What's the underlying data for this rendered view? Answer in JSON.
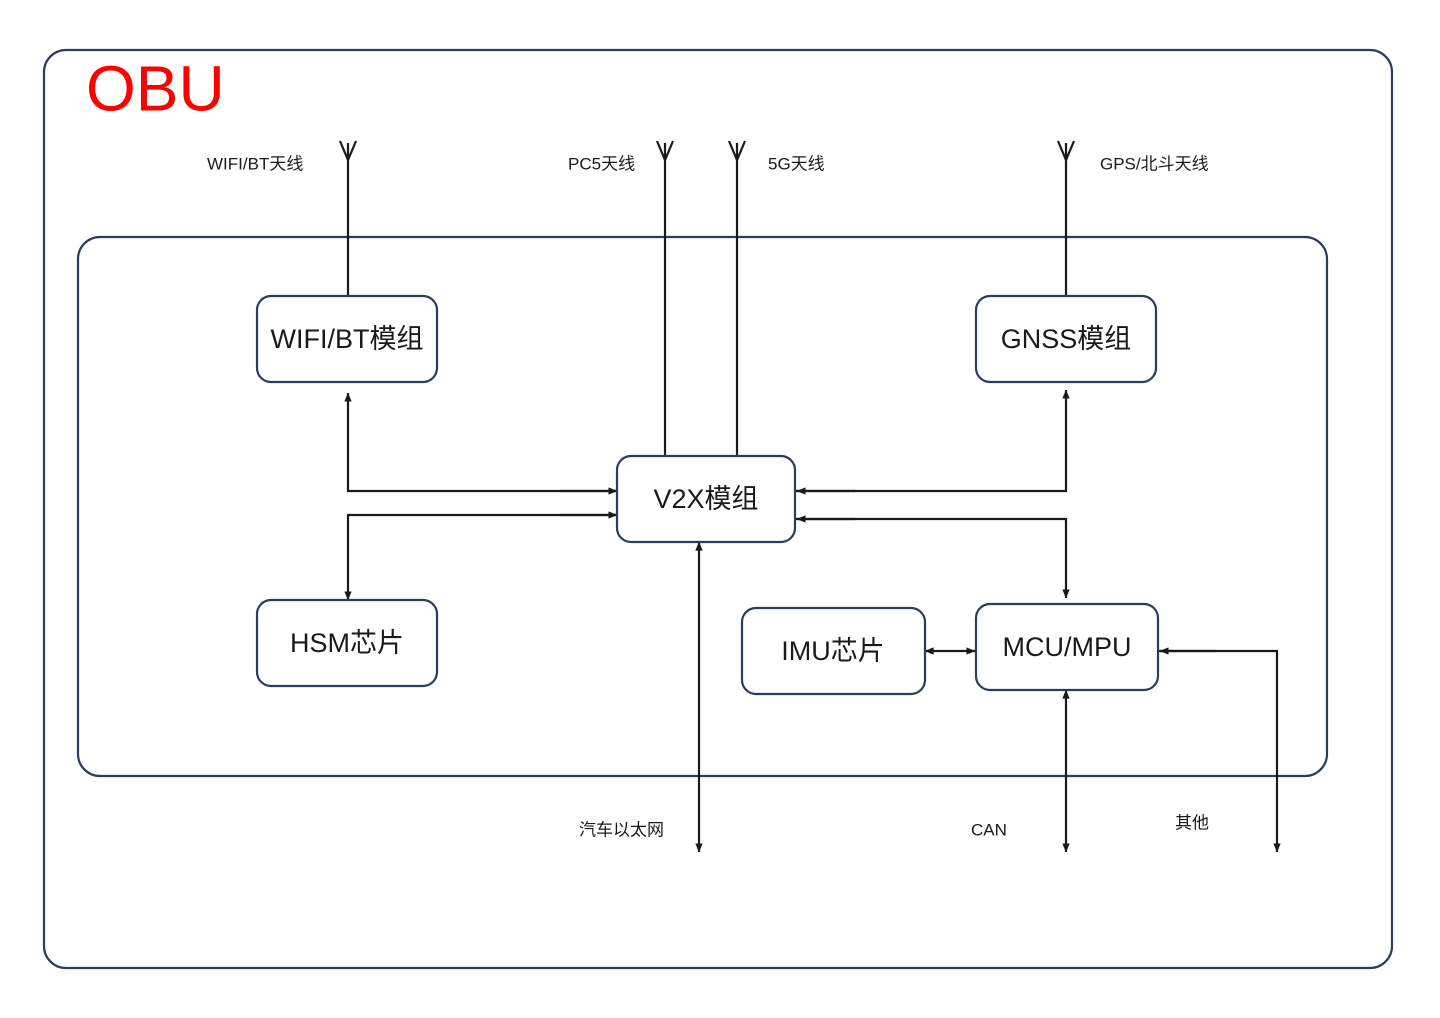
{
  "diagram": {
    "title": "OBU",
    "title_color": "#ff0000",
    "box_border_color": "#2f3b5c",
    "line_color": "#1a1a1a",
    "background": "#ffffff"
  },
  "antennas": [
    {
      "id": "wifi-bt-antenna",
      "label": "WIFI/BT天线"
    },
    {
      "id": "pc5-antenna",
      "label": "PC5天线"
    },
    {
      "id": "fiveg-antenna",
      "label": "5G天线"
    },
    {
      "id": "gps-beidou-antenna",
      "label": "GPS/北斗天线"
    }
  ],
  "modules": [
    {
      "id": "wifi-bt-module",
      "label": "WIFI/BT模组"
    },
    {
      "id": "gnss-module",
      "label": "GNSS模组"
    },
    {
      "id": "v2x-module",
      "label": "V2X模组"
    },
    {
      "id": "hsm-chip",
      "label": "HSM芯片"
    },
    {
      "id": "imu-chip",
      "label": "IMU芯片"
    },
    {
      "id": "mcu-mpu",
      "label": "MCU/MPU"
    }
  ],
  "bus_labels": [
    {
      "id": "automotive-ethernet",
      "label": "汽车以太网"
    },
    {
      "id": "can-bus",
      "label": "CAN"
    },
    {
      "id": "other-bus",
      "label": "其他"
    }
  ]
}
